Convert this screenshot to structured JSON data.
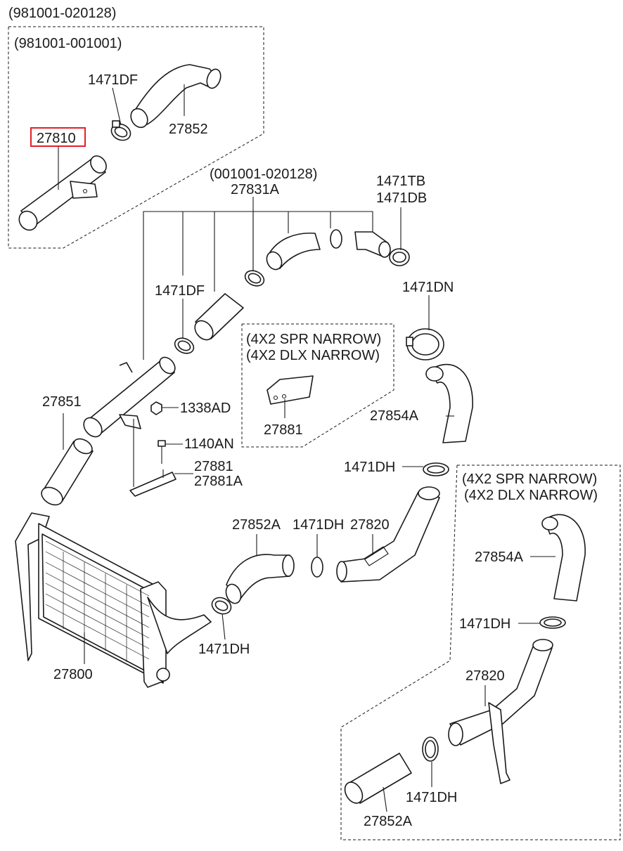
{
  "diagram": {
    "date_ranges": {
      "outer_group": "(981001-020128)",
      "inner_group": "(981001-001001)",
      "pipe_range": "(001001-020128)"
    },
    "variant_notes": {
      "box_middle_line1": "(4X2 SPR NARROW)",
      "box_middle_line2": "(4X2 DLX NARROW)",
      "box_right_line1": "(4X2 SPR NARROW)",
      "box_right_line2": "(4X2 DLX NARROW)"
    },
    "highlighted_part": "27810",
    "parts": {
      "p1471DF_top": "1471DF",
      "p27852_top": "27852",
      "p27831A": "27831A",
      "p1471TB": "1471TB",
      "p1471DB": "1471DB",
      "p1471DF_mid": "1471DF",
      "p1471DN": "1471DN",
      "p27881_box": "27881",
      "p27854A_mid": "27854A",
      "p27851": "27851",
      "p1338AD": "1338AD",
      "p1140AN": "1140AN",
      "p27881": "27881",
      "p27881A": "27881A",
      "p1471DH_a": "1471DH",
      "p27852A_mid": "27852A",
      "p1471DH_b": "1471DH",
      "p27820_mid": "27820",
      "p27854A_right": "27854A",
      "p1471DH_c": "1471DH",
      "p27800": "27800",
      "p1471DH_d": "1471DH",
      "p27820_right": "27820",
      "p1471DH_e": "1471DH",
      "p27852A_right": "27852A"
    }
  }
}
